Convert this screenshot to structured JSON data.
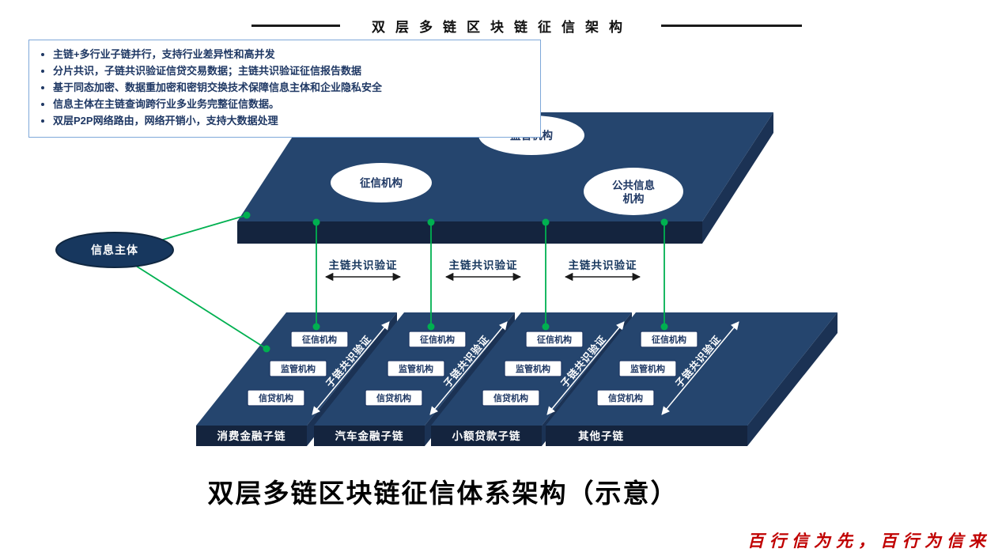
{
  "header": {
    "title": "双层多链区块链征信架构"
  },
  "info_box": {
    "bullets": [
      "主链+多行业子链并行，支持行业差异性和高并发",
      "分片共识，子链共识验证信贷交易数据；主链共识验证征信报告数据",
      "基于同态加密、数据重加密和密钥交换技术保障信息主体和企业隐私安全",
      "信息主体在主链查询跨行业多业务完整征信数据。",
      "双层P2P网络路由，网络开销小，支持大数据处理"
    ]
  },
  "main_platform": {
    "consensus_label": "主链共识验证",
    "nodes": {
      "credit_bureau": "征信机构",
      "regulator": "监管机构",
      "public_info_line1": "公共信息",
      "public_info_line2": "机构"
    }
  },
  "info_subject": {
    "label": "信息主体"
  },
  "subchains": {
    "consensus_label": "子链共识验证",
    "node_labels": {
      "credit_bureau": "征信机构",
      "regulator": "监管机构",
      "credit_agency": "信贷机构"
    },
    "chains": [
      {
        "name": "消费金融子链"
      },
      {
        "name": "汽车金融子链"
      },
      {
        "name": "小额贷款子链"
      },
      {
        "name": "其他子链"
      }
    ]
  },
  "caption": "双层多链区块链征信体系架构（示意）",
  "slogan": "百行信为先，百行为信来",
  "colors": {
    "platform_top": "#25456e",
    "platform_front": "#14243e",
    "platform_side": "#1b3254",
    "accent_green": "#00b050",
    "navy_text": "#1f3864",
    "info_border": "#7fa8d9",
    "slogan_red": "#c00000"
  }
}
